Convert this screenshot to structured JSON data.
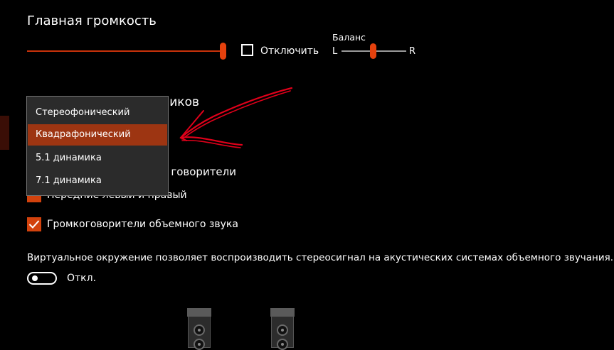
{
  "header": {
    "title": "Главная громкость"
  },
  "master_volume": {
    "level_percent": 100
  },
  "mute": {
    "label": "Отключить",
    "checked": false
  },
  "balance": {
    "title": "Баланс",
    "left_label": "L",
    "right_label": "R",
    "position_percent": 50
  },
  "speaker_config": {
    "section_title_partial": "иков",
    "options": [
      "Стереофонический",
      "Квадрафонический",
      "5.1 динамика",
      "7.1 динамика"
    ],
    "selected_index": 1
  },
  "speakers": {
    "heading_partial": "говорители",
    "front_label_partial": "Передние левый и правый",
    "surround_label": "Громкоговорители объемного звука",
    "surround_checked": true
  },
  "virtual_surround": {
    "description": "Виртуальное окружение позволяет воспроизводить стереосигнал на акустических системах объемного звучания.",
    "toggle_label": "Откл.",
    "enabled": false
  },
  "colors": {
    "accent": "#e5410d",
    "selected_bg": "#9d3512",
    "annotation": "#e0001a"
  }
}
